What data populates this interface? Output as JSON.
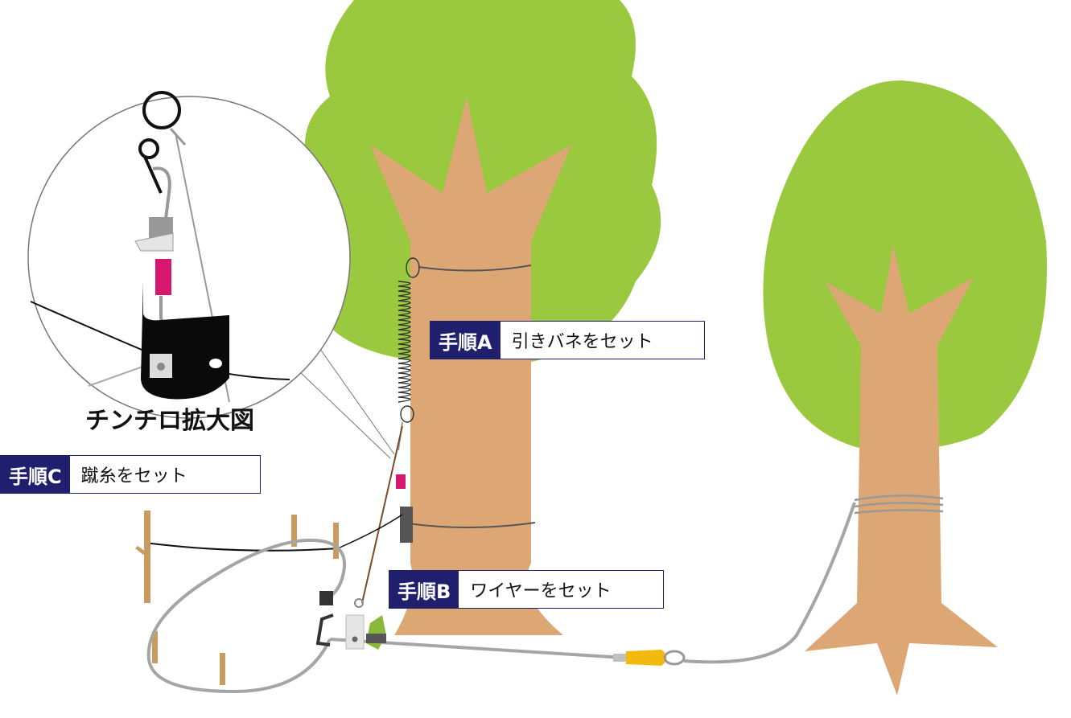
{
  "steps": {
    "a": {
      "tag": "手順A",
      "text": "引きバネをセット"
    },
    "b": {
      "tag": "手順B",
      "text": "ワイヤーをセット"
    },
    "c": {
      "tag": "手順C",
      "text": "蹴糸をセット"
    }
  },
  "zoom_caption": "チンチロ拡大図",
  "colors": {
    "foliage": "#9ac93f",
    "trunk": "#dca774",
    "label_bg": "#1f1f6e",
    "wire": "#a5a5a5",
    "stake": "#c89b5e",
    "spring_accent": "#d6176d",
    "swivel": "#f2b90f"
  }
}
